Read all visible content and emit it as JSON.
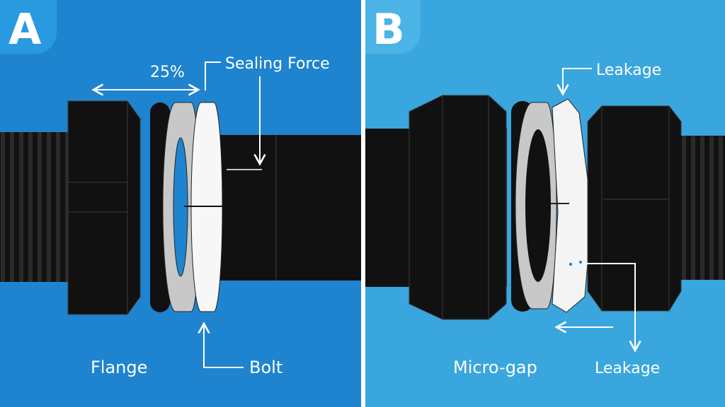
{
  "panels": {
    "a": {
      "badge": "A",
      "labels": {
        "percent": "25%",
        "sealing_force": "Sealing Force",
        "flange": "Flange",
        "bolt": "Bolt"
      }
    },
    "b": {
      "badge": "B",
      "labels": {
        "leakage_top": "Leakage",
        "micro_gap": "Micro-gap",
        "leakage_bottom": "Leakage"
      }
    }
  },
  "colors": {
    "panel_a_bg": "#1f84cf",
    "panel_b_bg": "#3aa6de",
    "part_dark": "#111111",
    "gasket_gray": "#c8c8c8",
    "gasket_white": "#f7f7f7",
    "divider": "#ffffff"
  }
}
